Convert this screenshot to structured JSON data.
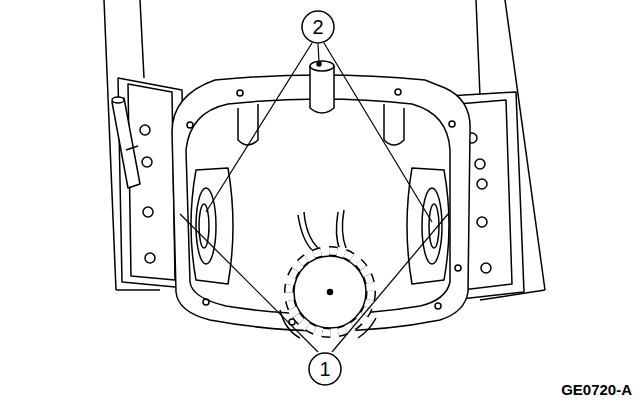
{
  "diagram": {
    "nodes": [
      {
        "text": [
          "2"
        ]
      },
      {
        "text": [
          "1"
        ]
      }
    ],
    "labels": [
      "GE0720-A"
    ]
  }
}
